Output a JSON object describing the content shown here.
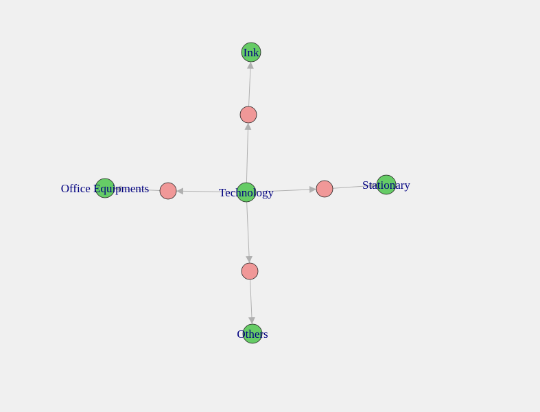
{
  "colors": {
    "background": "#f0f0f0",
    "category_node": "#66cc66",
    "junction_node": "#f09898",
    "node_stroke": "#222222",
    "edge": "#b0b0b0",
    "label": "#000080"
  },
  "nodes": [
    {
      "id": "technology",
      "label": "Technology",
      "kind": "category"
    },
    {
      "id": "ink",
      "label": "Ink",
      "kind": "category"
    },
    {
      "id": "office-equipments",
      "label": "Office Equipments",
      "kind": "category"
    },
    {
      "id": "stationary",
      "label": "Stationary",
      "kind": "category"
    },
    {
      "id": "others",
      "label": "Others",
      "kind": "category"
    },
    {
      "id": "j-top",
      "label": "",
      "kind": "junction"
    },
    {
      "id": "j-left",
      "label": "",
      "kind": "junction"
    },
    {
      "id": "j-right",
      "label": "",
      "kind": "junction"
    },
    {
      "id": "j-bottom",
      "label": "",
      "kind": "junction"
    }
  ],
  "edges": [
    {
      "from": "technology",
      "to": "j-top"
    },
    {
      "from": "j-top",
      "to": "ink"
    },
    {
      "from": "technology",
      "to": "j-left"
    },
    {
      "from": "j-left",
      "to": "office-equipments"
    },
    {
      "from": "technology",
      "to": "j-right"
    },
    {
      "from": "j-right",
      "to": "stationary"
    },
    {
      "from": "technology",
      "to": "j-bottom"
    },
    {
      "from": "j-bottom",
      "to": "others"
    }
  ]
}
